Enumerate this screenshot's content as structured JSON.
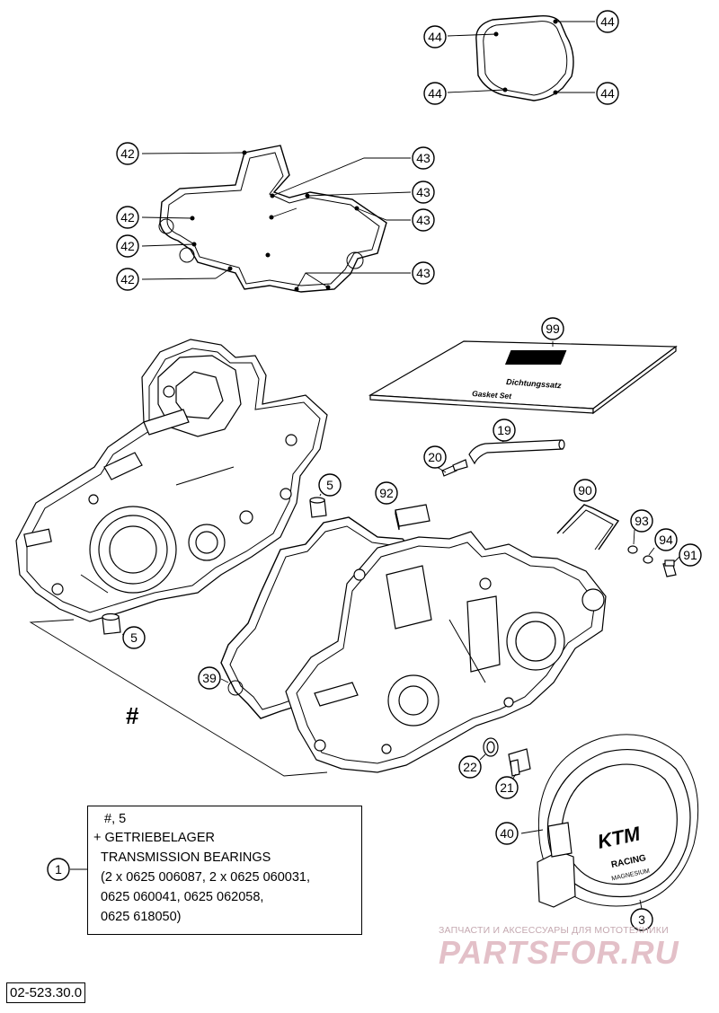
{
  "diagram": {
    "callouts": [
      {
        "id": "c44a",
        "label": "44"
      },
      {
        "id": "c44b",
        "label": "44"
      },
      {
        "id": "c44c",
        "label": "44"
      },
      {
        "id": "c44d",
        "label": "44"
      },
      {
        "id": "c42a",
        "label": "42"
      },
      {
        "id": "c42b",
        "label": "42"
      },
      {
        "id": "c42c",
        "label": "42"
      },
      {
        "id": "c42d",
        "label": "42"
      },
      {
        "id": "c43a",
        "label": "43"
      },
      {
        "id": "c43b",
        "label": "43"
      },
      {
        "id": "c43c",
        "label": "43"
      },
      {
        "id": "c43d",
        "label": "43"
      },
      {
        "id": "c99",
        "label": "99"
      },
      {
        "id": "c19",
        "label": "19"
      },
      {
        "id": "c20",
        "label": "20"
      },
      {
        "id": "c5a",
        "label": "5"
      },
      {
        "id": "c92",
        "label": "92"
      },
      {
        "id": "c90",
        "label": "90"
      },
      {
        "id": "c93",
        "label": "93"
      },
      {
        "id": "c94",
        "label": "94"
      },
      {
        "id": "c91",
        "label": "91"
      },
      {
        "id": "c5b",
        "label": "5"
      },
      {
        "id": "c39",
        "label": "39"
      },
      {
        "id": "c22",
        "label": "22"
      },
      {
        "id": "c21",
        "label": "21"
      },
      {
        "id": "c40",
        "label": "40"
      },
      {
        "id": "c1",
        "label": "1"
      },
      {
        "id": "c3",
        "label": "3"
      }
    ],
    "hash_symbol": "#",
    "kit_labels": {
      "line1": "Dichtungssatz",
      "line2": "Gasket Set"
    },
    "cover_logo": {
      "brand": "KTM",
      "line1": "RACING",
      "line2": "MAGNESIUM"
    }
  },
  "note": {
    "lines": [
      "#, 5",
      "+ GETRIEBELAGER",
      "TRANSMISSION BEARINGS",
      "(2 x 0625 006087, 2 x 0625 060031,",
      "0625 060041, 0625 062058,",
      "0625 618050)"
    ]
  },
  "reference_number": "02-523.30.0",
  "watermark": {
    "tagline": "ЗАПЧАСТИ И АКСЕССУАРЫ ДЛЯ МОТОТЕХНИКИ",
    "logo": "PARTSFOR.RU"
  }
}
